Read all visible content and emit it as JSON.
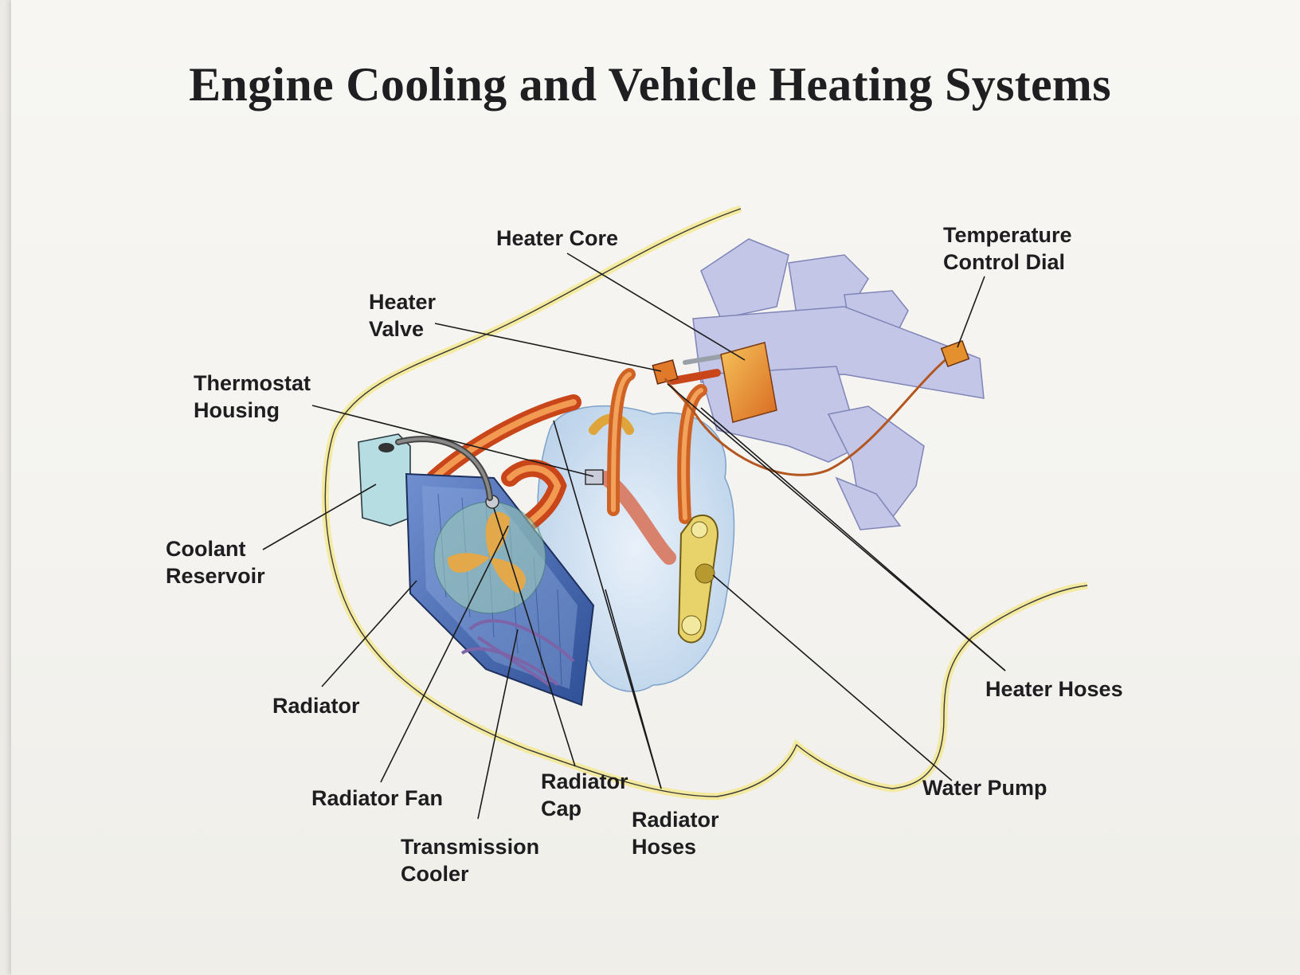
{
  "title": "Engine Cooling and Vehicle Heating Systems",
  "labels": {
    "heater_core": [
      "Heater Core"
    ],
    "temperature_control_dial": [
      "Temperature",
      "Control Dial"
    ],
    "heater_valve": [
      "Heater",
      "Valve"
    ],
    "thermostat_housing": [
      "Thermostat",
      "Housing"
    ],
    "coolant_reservoir": [
      "Coolant",
      "Reservoir"
    ],
    "radiator": [
      "Radiator"
    ],
    "radiator_fan": [
      "Radiator Fan"
    ],
    "transmission_cooler": [
      "Transmission",
      "Cooler"
    ],
    "radiator_cap": [
      "Radiator",
      "Cap"
    ],
    "radiator_hoses": [
      "Radiator",
      "Hoses"
    ],
    "water_pump": [
      "Water Pump"
    ],
    "heater_hoses": [
      "Heater Hoses"
    ]
  },
  "colors": {
    "hose": "#d4561f",
    "hose_light": "#f0a15a",
    "radiator": "#3f63a8",
    "engine_outline": "#f2e58a",
    "ducting": "#b8bde0",
    "heater_core": "#e7a33a"
  }
}
